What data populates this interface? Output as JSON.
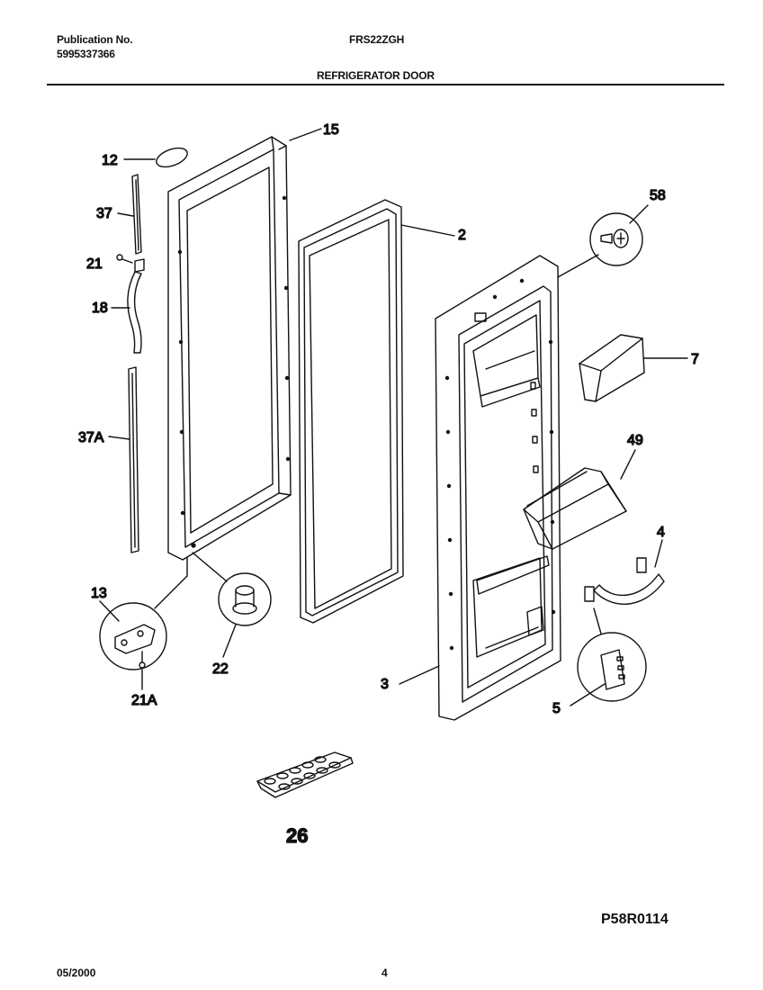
{
  "header": {
    "publication_label": "Publication No.",
    "publication_number": "5995337366",
    "model": "FRS22ZGH",
    "section_title": "REFRIGERATOR DOOR"
  },
  "callouts": {
    "p12": "12",
    "p37": "37",
    "p21": "21",
    "p18": "18",
    "p37a": "37A",
    "p13": "13",
    "p21a": "21A",
    "p15": "15",
    "p2": "2",
    "p22": "22",
    "p26": "26",
    "p3": "3",
    "p58": "58",
    "p7": "7",
    "p49": "49",
    "p4": "4",
    "p5": "5"
  },
  "footer": {
    "diagram_code": "P58R0114",
    "date": "05/2000",
    "page": "4"
  }
}
